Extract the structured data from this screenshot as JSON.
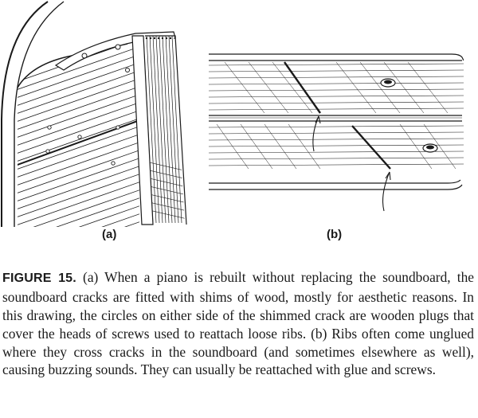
{
  "figure": {
    "panel_a_label": "(a)",
    "panel_b_label": "(b)",
    "caption_label": "FIGURE 15.",
    "caption_text": " (a) When a piano is rebuilt without replacing the soundboard, the soundboard cracks are fitted with shims of wood, mostly for aesthetic reasons. In this drawing, the circles on either side of the shimmed crack are wooden plugs that cover the heads of screws used to reattach loose ribs. (b) Ribs often come unglued where they cross cracks in the soundboard (and sometimes else­where as well), causing buzzing sounds. They can usually be reat­tached with glue and screws."
  }
}
